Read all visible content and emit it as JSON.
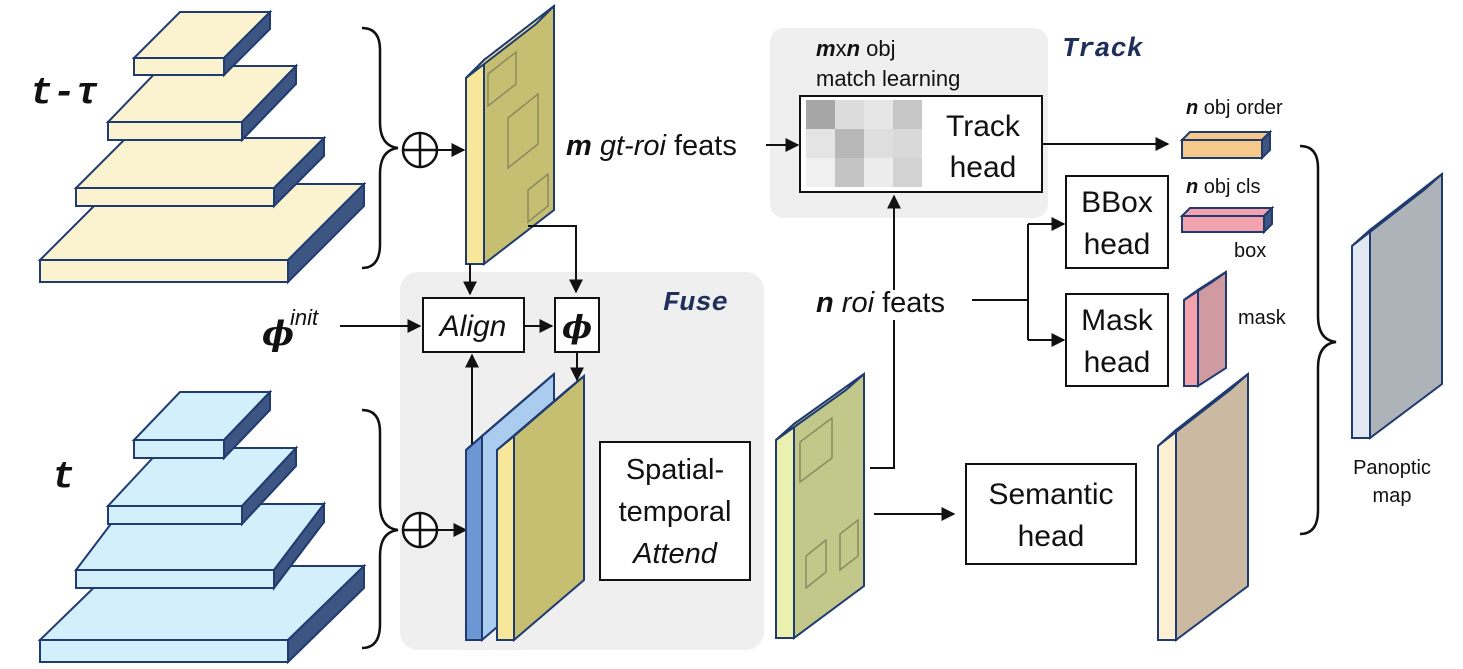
{
  "frames": {
    "prev": "t-τ",
    "curr": "t"
  },
  "phi_symbol": "ϕ",
  "phi_init_sup": "init",
  "groups": {
    "fuse": "Fuse",
    "track": "Track"
  },
  "blocks": {
    "align": "Align",
    "phi": "ϕ",
    "spatial_line1": "Spatial-",
    "spatial_line2": "temporal",
    "spatial_line3": "Attend",
    "track_head_line1": "Track",
    "track_head_line2": "head",
    "bbox_head_line1": "BBox",
    "bbox_head_line2": "head",
    "mask_head_line1": "Mask",
    "mask_head_line2": "head",
    "semantic_head_line1": "Semantic",
    "semantic_head_line2": "head"
  },
  "labels": {
    "m_gt_roi": {
      "m": "m",
      "gt": "gt-roi",
      "rest": " feats"
    },
    "n_roi": {
      "n": "n",
      "roi": "roi",
      "rest": " feats"
    },
    "match": {
      "m": "m",
      "x": "x",
      "n": "n",
      "obj": " obj",
      "line2": "match learning"
    },
    "obj_order": {
      "n": "n",
      "rest": " obj order"
    },
    "obj_cls": {
      "n": "n",
      "rest": " obj cls"
    },
    "box": "box",
    "mask": "mask",
    "panoptic_line1": "Panoptic",
    "panoptic_line2": "map"
  },
  "colors": {
    "yellow_layer": "#fbf3d0",
    "blue_layer": "#d3effb",
    "feature_map": "#c6bf72",
    "panel_bg": "#efefef",
    "group_title": "#1f2f5a"
  }
}
